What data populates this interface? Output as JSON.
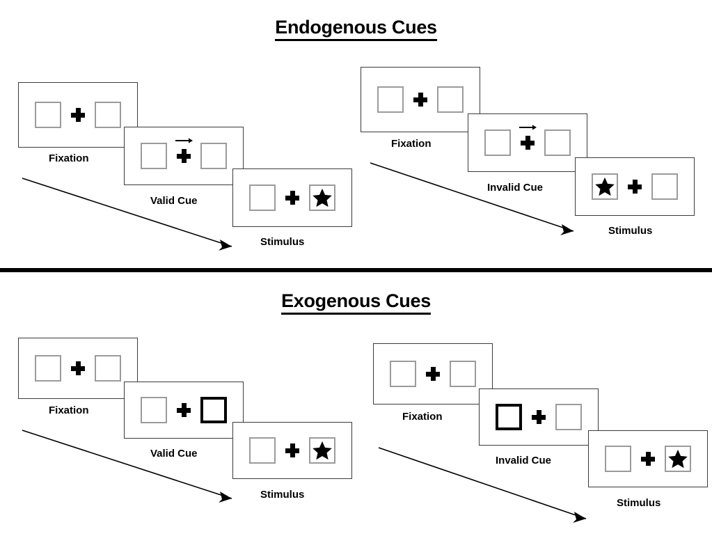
{
  "figure": {
    "title_endogenous": "Endogenous Cues",
    "title_exogenous": "Exogenous Cues",
    "colors": {
      "background": "#ffffff",
      "panel_border": "#3a3a3a",
      "target_box_border": "#9b9b9b",
      "highlight_border": "#000000",
      "ink": "#000000"
    }
  },
  "sections": [
    {
      "id": "endogenous",
      "title": "Endogenous Cues",
      "cue_type": "arrow",
      "columns": [
        {
          "id": "endogenous-valid",
          "frames": [
            {
              "caption": "Fixation",
              "cue": "none",
              "cue_direction": "",
              "highlight": "none",
              "stimulus": "none"
            },
            {
              "caption": "Valid Cue",
              "cue": "arrow",
              "cue_direction": "right",
              "highlight": "none",
              "stimulus": "none"
            },
            {
              "caption": "Stimulus",
              "cue": "none",
              "cue_direction": "",
              "highlight": "none",
              "stimulus": "right"
            }
          ]
        },
        {
          "id": "endogenous-invalid",
          "frames": [
            {
              "caption": "Fixation",
              "cue": "none",
              "cue_direction": "",
              "highlight": "none",
              "stimulus": "none"
            },
            {
              "caption": "Invalid Cue",
              "cue": "arrow",
              "cue_direction": "right",
              "highlight": "none",
              "stimulus": "none"
            },
            {
              "caption": "Stimulus",
              "cue": "none",
              "cue_direction": "",
              "highlight": "none",
              "stimulus": "left"
            }
          ]
        }
      ]
    },
    {
      "id": "exogenous",
      "title": "Exogenous Cues",
      "cue_type": "box-flash",
      "columns": [
        {
          "id": "exogenous-valid",
          "frames": [
            {
              "caption": "Fixation",
              "cue": "none",
              "cue_direction": "",
              "highlight": "none",
              "stimulus": "none"
            },
            {
              "caption": "Valid Cue",
              "cue": "box",
              "cue_direction": "right",
              "highlight": "right",
              "stimulus": "none"
            },
            {
              "caption": "Stimulus",
              "cue": "none",
              "cue_direction": "",
              "highlight": "none",
              "stimulus": "right"
            }
          ]
        },
        {
          "id": "exogenous-invalid",
          "frames": [
            {
              "caption": "Fixation",
              "cue": "none",
              "cue_direction": "",
              "highlight": "none",
              "stimulus": "none"
            },
            {
              "caption": "Invalid Cue",
              "cue": "box",
              "cue_direction": "left",
              "highlight": "left",
              "stimulus": "none"
            },
            {
              "caption": "Stimulus",
              "cue": "none",
              "cue_direction": "",
              "highlight": "none",
              "stimulus": "right"
            }
          ]
        }
      ]
    }
  ],
  "captions": {
    "fixation": "Fixation",
    "valid_cue": "Valid Cue",
    "invalid_cue": "Invalid Cue",
    "stimulus": "Stimulus"
  },
  "icons": {
    "fixation_cross": "fixation-cross-icon",
    "arrow_cue": "right-arrow-cue-icon",
    "star_target": "star-target-icon",
    "time_arrow": "time-progression-arrow-icon"
  }
}
